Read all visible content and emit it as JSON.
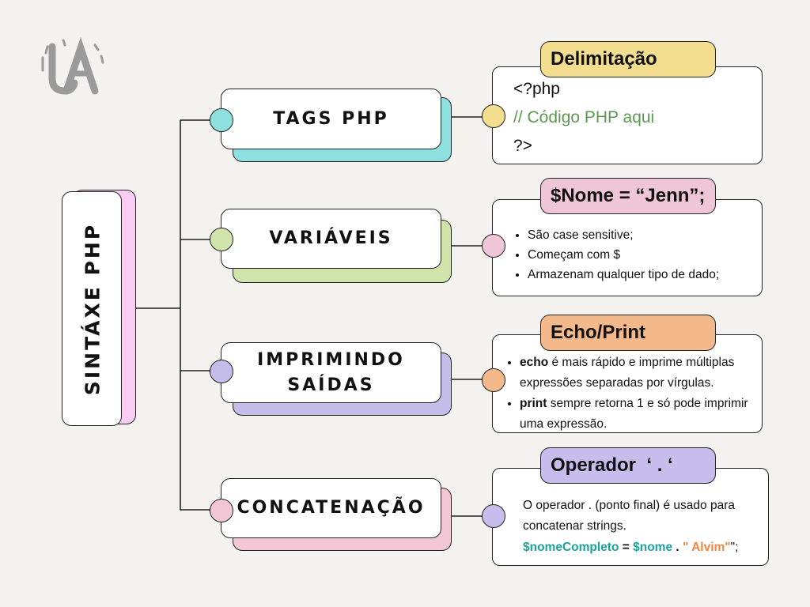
{
  "logo": {
    "letters": "JA"
  },
  "root": {
    "label": "Sintáxe PHP",
    "shadow_color": "#f9ccf3"
  },
  "branches": [
    {
      "label": "Tags PHP",
      "color": "#8ee0e0",
      "dot_color": "#8ee0e0",
      "tag": {
        "label": "Delimitação",
        "color": "#f3dd8f"
      },
      "info_dot_color": "#f3dd8f",
      "code": {
        "open": "<?php",
        "comment": "// Código PHP aqui",
        "close": "?>",
        "comment_color": "#5b9850"
      }
    },
    {
      "label": "Variáveis",
      "color": "#cfe3ab",
      "dot_color": "#cfe3ab",
      "tag": {
        "label": "$Nome = “Jenn”;",
        "color": "#efc5d8"
      },
      "info_dot_color": "#efc5d8",
      "bullets": [
        "São case sensitive;",
        "Começam com $",
        "Armazenam qualquer tipo de dado;"
      ]
    },
    {
      "label_line1": "imprimindo",
      "label_line2": "saídas",
      "color": "#c4bde9",
      "dot_color": "#c4bde9",
      "tag": {
        "label": "Echo/Print",
        "color": "#f3b98b"
      },
      "info_dot_color": "#f3b98b",
      "items": [
        {
          "keyword": "echo",
          "text": " é mais rápido e  imprime múltiplas expressões separadas por vírgulas."
        },
        {
          "keyword": "print",
          "text": " sempre retorna 1 e só pode imprimir uma expressão."
        }
      ]
    },
    {
      "label": "Concatenação",
      "color": "#f2c6d5",
      "dot_color": "#f2c6d5",
      "tag": {
        "label": "Operador  ‘ . ‘",
        "color": "#c6bdec"
      },
      "info_dot_color": "#c6bdec",
      "text_line1": "O operador . (ponto final) é usado para",
      "text_line2": "concatenar strings.",
      "code": {
        "var1": "$nomeCompleto",
        "eq": " = ",
        "var2": "$nome",
        "dot": " . ",
        "str": "\" Alvim\"",
        "end": "\";",
        "var_color": "#1aa39a",
        "str_color": "#f28545"
      }
    }
  ]
}
